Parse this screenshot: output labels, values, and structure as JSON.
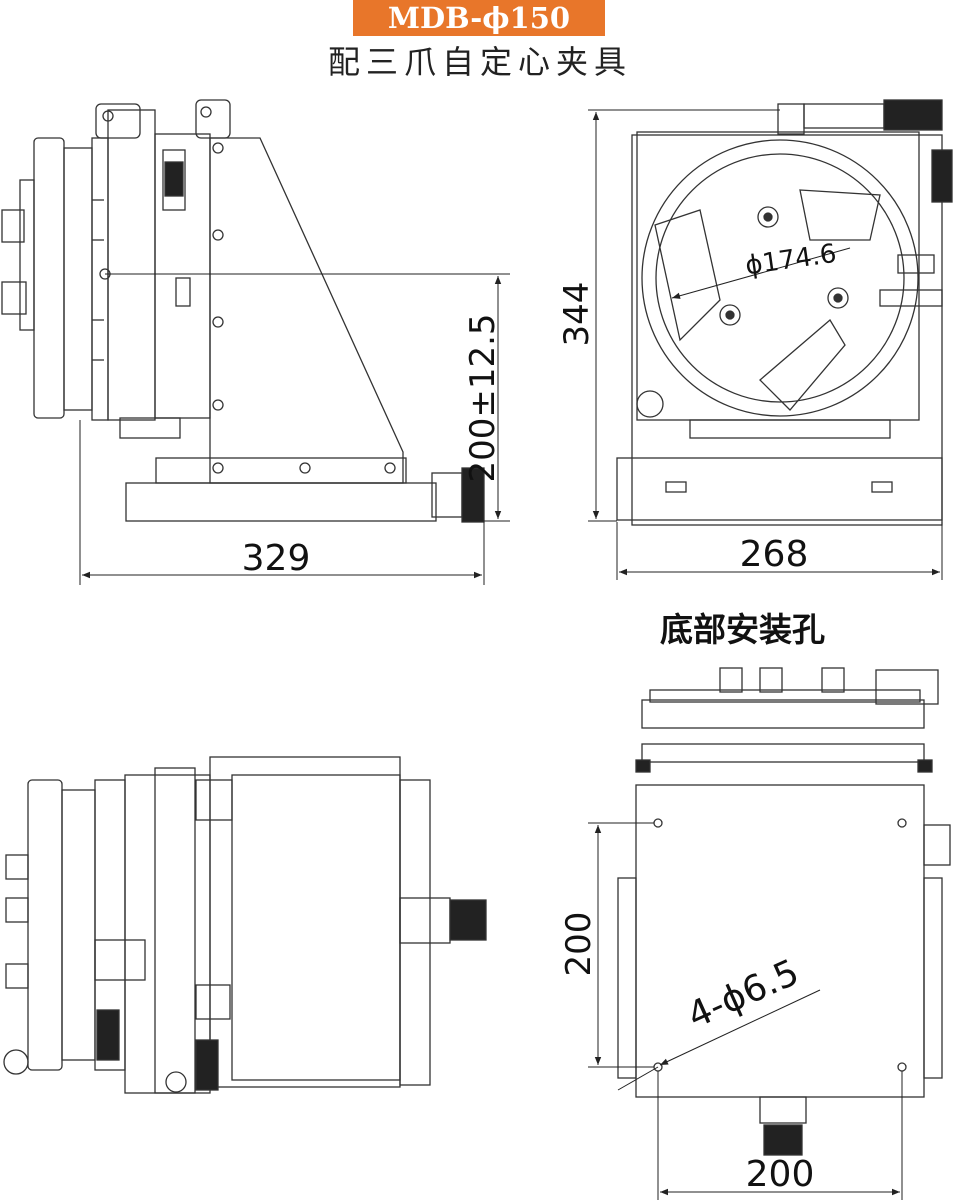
{
  "header": {
    "model": "MDB-ϕ150",
    "description": "配三爪自定心夹具"
  },
  "views": {
    "side_view": {
      "height_dimension": "200±12.5",
      "width_dimension": "329"
    },
    "front_view": {
      "diameter_dimension": "ϕ174.6",
      "height_dimension": "344",
      "width_dimension": "268"
    },
    "bottom_view": {
      "title": "底部安装孔",
      "hole_spec": "4-ϕ6.5",
      "vertical_dimension": "200",
      "horizontal_dimension": "200"
    }
  },
  "colors": {
    "badge": "#e8762a",
    "line": "#333333"
  }
}
